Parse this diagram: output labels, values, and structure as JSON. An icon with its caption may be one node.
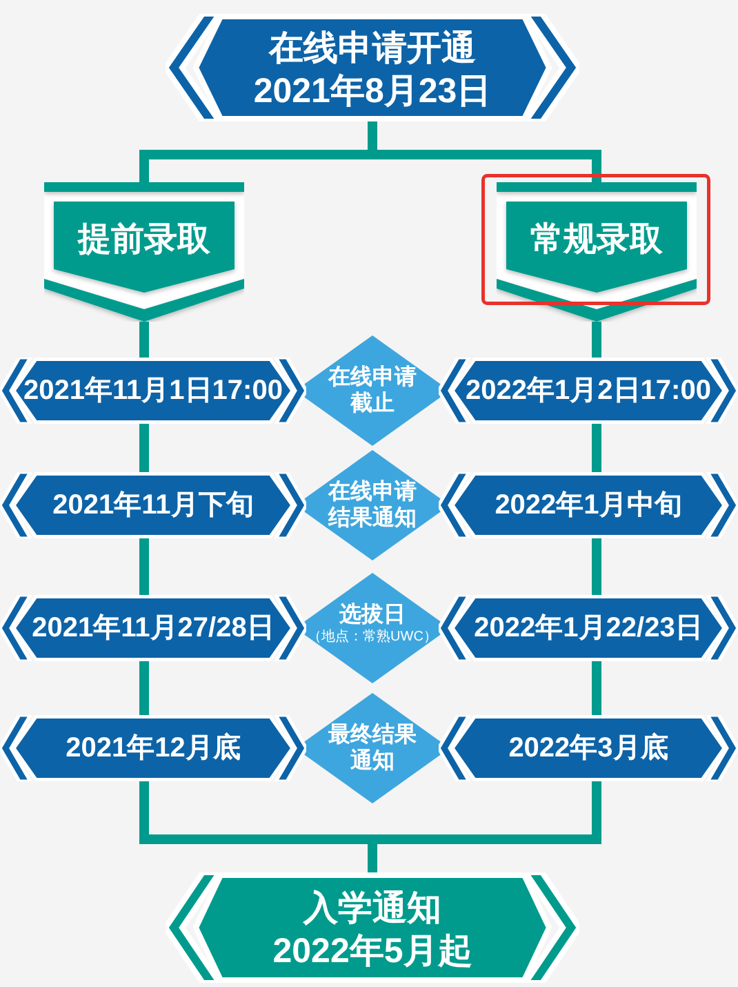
{
  "diagram": {
    "nodes": [
      {
        "text": [
          "在线申请开通",
          "2021年8月23日"
        ]
      },
      {
        "text": [
          "提前录取"
        ]
      },
      {
        "text": [
          "常规录取"
        ]
      },
      {
        "text": [
          "2021年11月1日17:00"
        ]
      },
      {
        "text": [
          "在线申请截止"
        ]
      },
      {
        "text": [
          "2022年1月2日17:00"
        ]
      },
      {
        "text": [
          "2021年11月下旬"
        ]
      },
      {
        "text": [
          "在线申请结果通知"
        ]
      },
      {
        "text": [
          "2022年1月中旬"
        ]
      },
      {
        "text": [
          "2021年11月27/28日"
        ]
      },
      {
        "text": [
          "选拔日",
          "（地点：常熟UWC）"
        ]
      },
      {
        "text": [
          "2022年1月22/23日"
        ]
      },
      {
        "text": [
          "2021年12月底"
        ]
      },
      {
        "text": [
          "最终结果通知"
        ]
      },
      {
        "text": [
          "2022年3月底"
        ]
      },
      {
        "text": [
          "入学通知",
          "2022年5月起"
        ]
      }
    ],
    "edges": [
      {
        "from": 0,
        "to": 1,
        "arrow": "none"
      },
      {
        "from": 0,
        "to": 2,
        "arrow": "none"
      },
      {
        "from": 1,
        "to": 3,
        "arrow": "none"
      },
      {
        "from": 3,
        "to": 6,
        "arrow": "none"
      },
      {
        "from": 6,
        "to": 9,
        "arrow": "none"
      },
      {
        "from": 9,
        "to": 12,
        "arrow": "none"
      },
      {
        "from": 12,
        "to": 15,
        "arrow": "none"
      },
      {
        "from": 2,
        "to": 5,
        "arrow": "none"
      },
      {
        "from": 5,
        "to": 8,
        "arrow": "none"
      },
      {
        "from": 8,
        "to": 11,
        "arrow": "none"
      },
      {
        "from": 11,
        "to": 14,
        "arrow": "none"
      },
      {
        "from": 14,
        "to": 15,
        "arrow": "none"
      }
    ]
  }
}
